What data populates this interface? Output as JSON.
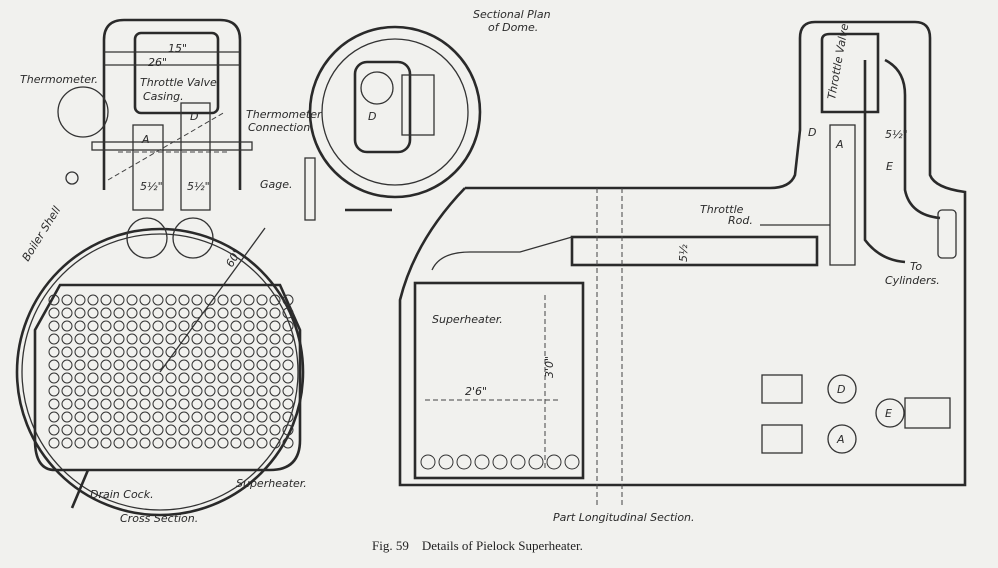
{
  "figure": {
    "caption": "Fig. 59    Details of Pielock Superheater."
  },
  "cross_section": {
    "title": "Cross Section.",
    "labels": {
      "thermometer": "Thermometer.",
      "dim_15": "15\"",
      "dim_26": "26\"",
      "throttle_valve_casing_1": "Throttle Valve",
      "throttle_valve_casing_2": "Casing.",
      "thermometer_connection_1": "Thermometer",
      "thermometer_connection_2": "Connection.",
      "pipe_a": "A",
      "pipe_d": "D",
      "dim_a": "5½\"",
      "dim_d": "5½\"",
      "boiler_shell": "Boiler Shell",
      "dim_60": "60\"",
      "drain_cock": "Drain Cock.",
      "superheater": "Superheater."
    }
  },
  "dome_plan": {
    "title_1": "Sectional Plan",
    "title_2": "of Dome.",
    "gage": "Gage.",
    "pipe_d": "D"
  },
  "longitudinal_section": {
    "title": "Part Longitudinal Section.",
    "labels": {
      "throttle_rod_1": "Throttle",
      "throttle_rod_2": "Rod.",
      "dim_pipe": "5½",
      "throttle_valve": "Throttle Valve",
      "pipe_d": "D",
      "pipe_a": "A",
      "pipe_e": "E",
      "dim_e": "5½\"",
      "to_cylinders_1": "To",
      "to_cylinders_2": "Cylinders.",
      "superheater": "Superheater.",
      "dim_width": "2'6\"",
      "dim_height": "3'0\"",
      "detail_d": "D",
      "detail_a": "A",
      "detail_e": "E"
    }
  }
}
